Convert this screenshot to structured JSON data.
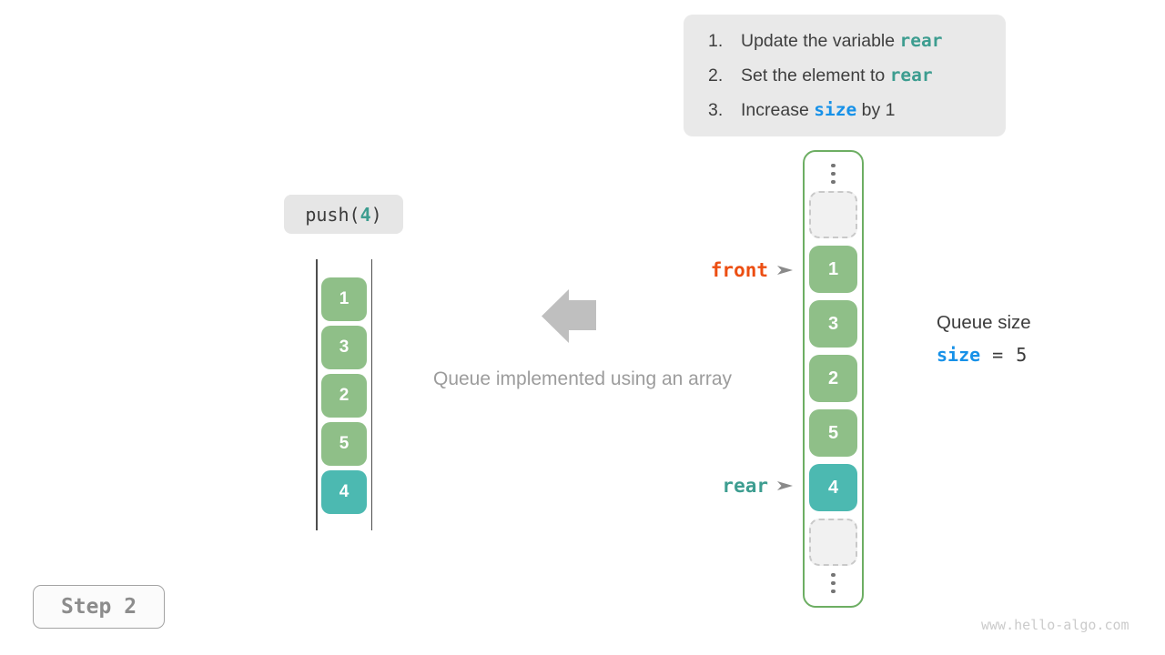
{
  "instructions": {
    "items": [
      {
        "num": "1.",
        "pre": "Update the variable ",
        "code": "rear",
        "post": "",
        "code_color": "teal"
      },
      {
        "num": "2.",
        "pre": "Set the element to ",
        "code": "rear",
        "post": "",
        "code_color": "teal"
      },
      {
        "num": "3.",
        "pre": "Increase ",
        "code": "size",
        "post": " by 1",
        "code_color": "blue"
      }
    ]
  },
  "push_label": {
    "fn": "push(",
    "arg": "4",
    "close": ")"
  },
  "left_queue": {
    "values": [
      "1",
      "3",
      "2",
      "5",
      "4"
    ]
  },
  "right_array": {
    "values": [
      "1",
      "3",
      "2",
      "5",
      "4"
    ]
  },
  "pointers": {
    "front": {
      "label": "front"
    },
    "rear": {
      "label": "rear"
    }
  },
  "queue_size": {
    "title": "Queue size",
    "var": "size",
    "eq": "=",
    "value": "5"
  },
  "caption": "Queue implemented using an array",
  "step_badge": "Step 2",
  "watermark": "www.hello-algo.com",
  "icons": {
    "direction_arrow": "arrow-left-icon",
    "front_pointer": "pointer-right-icon",
    "rear_pointer": "pointer-right-icon",
    "ellipsis_top": "vertical-ellipsis-icon",
    "ellipsis_bottom": "vertical-ellipsis-icon"
  },
  "colors": {
    "cell_green": "#8FBF88",
    "cell_teal": "#4CB9B1",
    "border_green": "#6DAE63",
    "front_orange": "#EC4E12",
    "code_teal": "#3D9D90",
    "code_blue": "#1791E8"
  }
}
